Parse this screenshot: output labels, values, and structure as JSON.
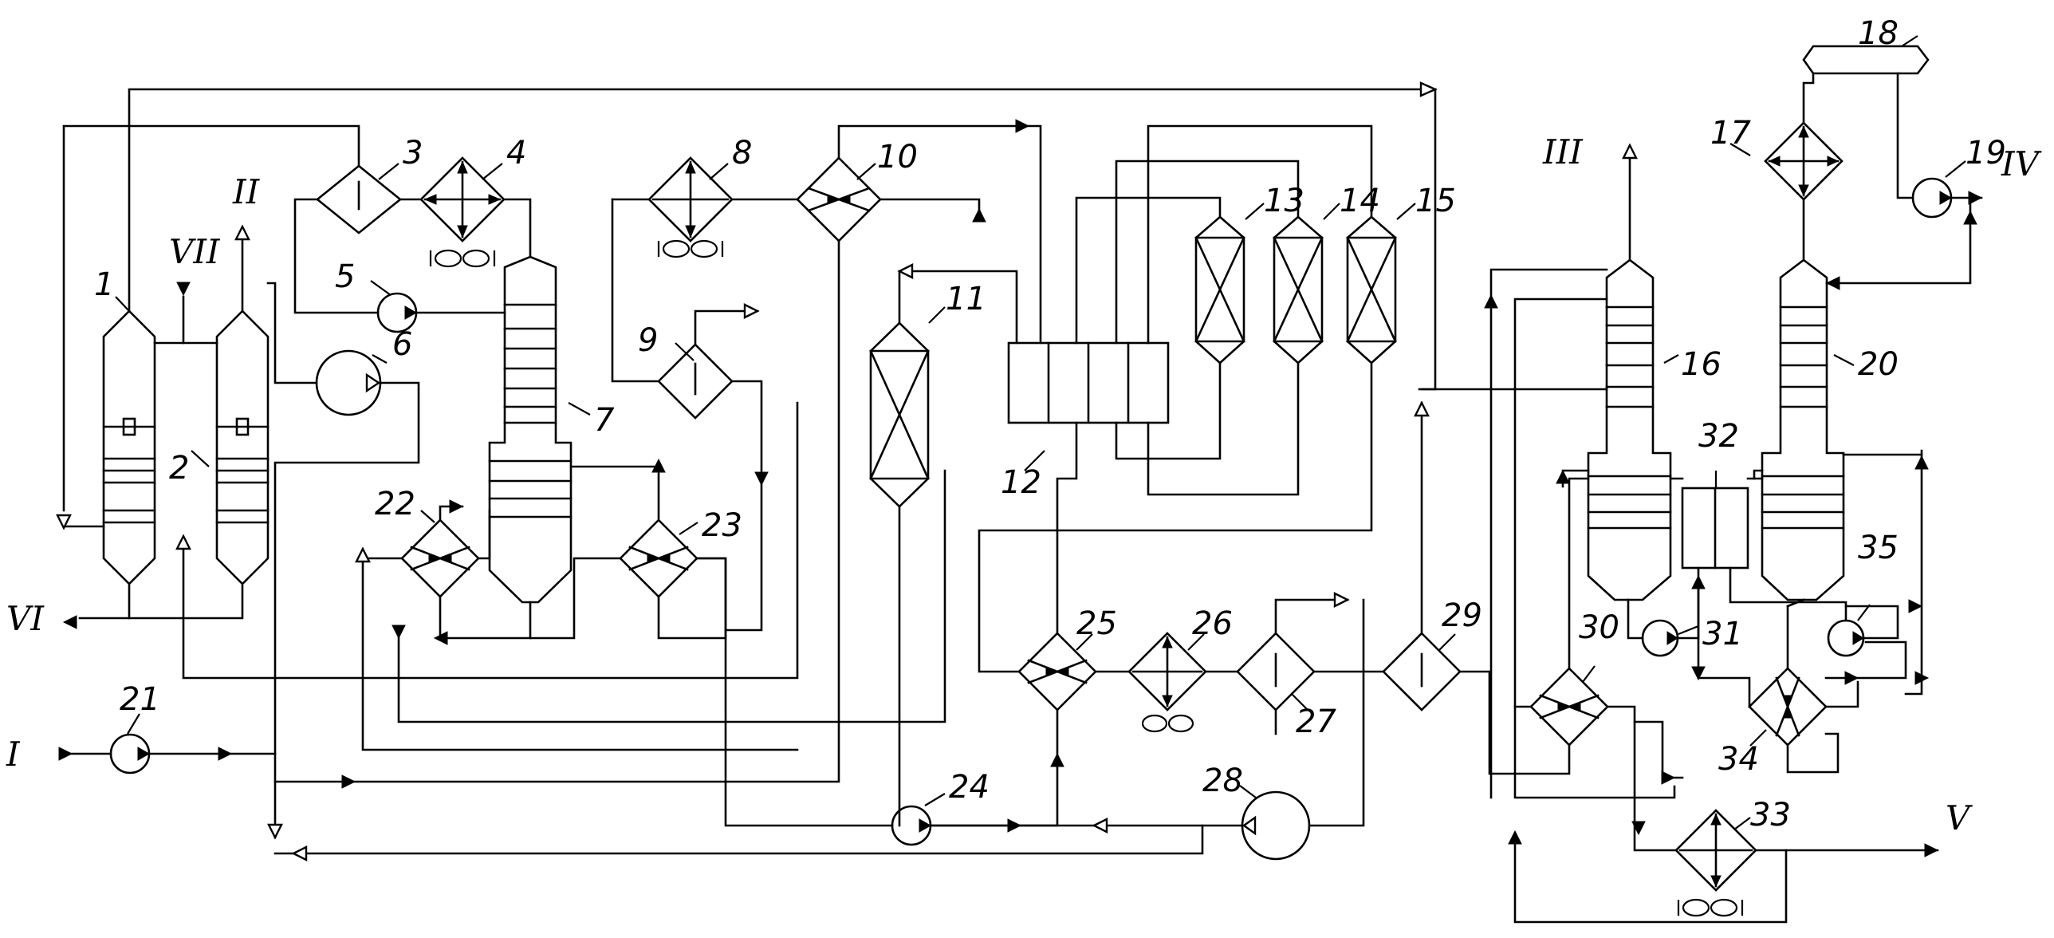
{
  "diagram": {
    "labels": {
      "n1": "1",
      "n2": "2",
      "n3": "3",
      "n4": "4",
      "n5": "5",
      "n6": "6",
      "n7": "7",
      "n8": "8",
      "n9": "9",
      "n10": "10",
      "n11": "11",
      "n12": "12",
      "n13": "13",
      "n14": "14",
      "n15": "15",
      "n16": "16",
      "n17": "17",
      "n18": "18",
      "n19": "19",
      "n20": "20",
      "n21": "21",
      "n22": "22",
      "n23": "23",
      "n24": "24",
      "n25": "25",
      "n26": "26",
      "n27": "27",
      "n28": "28",
      "n29": "29",
      "n30": "30",
      "n31": "31",
      "n32": "32",
      "n33": "33",
      "n34": "34",
      "n35": "35"
    },
    "streams": {
      "I": "I",
      "II": "II",
      "III": "III",
      "IV": "IV",
      "V": "V",
      "VI": "VI",
      "VII": "VII"
    }
  }
}
